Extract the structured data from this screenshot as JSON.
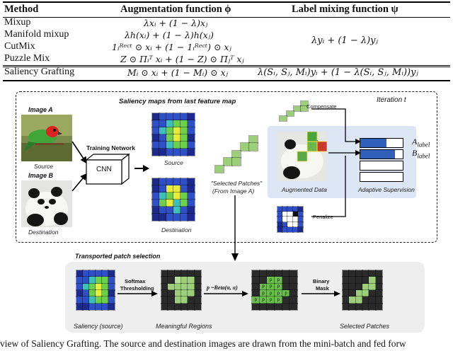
{
  "table": {
    "headers": {
      "method": "Method",
      "aug": "Augmentation function ϕ",
      "label": "Label mixing function ψ"
    },
    "rows": [
      {
        "method": "Mixup",
        "aug": "λxᵢ + (1 − λ)xⱼ"
      },
      {
        "method": "Manifold mixup",
        "aug": "λh(xᵢ) + (1 − λ)h(xⱼ)"
      },
      {
        "method": "CutMix",
        "aug": "1ᵢᴿᵉᶜᵗ ⊙ xᵢ + (1 − 1ᵢᴿᵉᶜᵗ) ⊙ xⱼ"
      },
      {
        "method": "Puzzle Mix",
        "aug": "Z ⊙ Πᵢᵀ xᵢ + (1 − Z) ⊙ Πⱼᵀ xⱼ"
      }
    ],
    "shared_label": "λyᵢ + (1 − λ)yⱼ",
    "last_row": {
      "method": "Saliency Grafting",
      "aug": "Mᵢ ⊙ xᵢ + (1 − Mᵢ) ⊙ xⱼ",
      "label": "λ(Sᵢ, Sⱼ, Mᵢ)yᵢ + (1 − λ(Sᵢ, Sⱼ, Mᵢ))yⱼ"
    }
  },
  "figure": {
    "saliency_title": "Saliency maps from last feature map",
    "iteration": "Iteration t",
    "image_a": "Image A",
    "image_b": "Image B",
    "source": "Source",
    "destination": "Destination",
    "training_network": "Training Network",
    "cnn": "CNN",
    "source_map": "Source",
    "destination_map": "Destination",
    "selected_patches": "\"Selected Patches\"",
    "from_image_a": "(From Image A)",
    "compensate": "Compensate",
    "penalize": "Penalize",
    "augmented_data": "Augmented Data",
    "adaptive_supervision": "Adaptive Supervision",
    "a_label": "A",
    "a_label_sub": "label",
    "b_label": "B",
    "b_label_sub": "label",
    "a_fill": 0.62,
    "b_fill": 0.82,
    "transport_title": "Transported patch selection",
    "softmax": "Softmax",
    "thresholding": "Thresholding",
    "beta": "p ~Beta(α, α)",
    "binary": "Binary",
    "mask": "Mask",
    "saliency_source": "Saliency (source)",
    "meaningful_regions": "Meaningful Regions",
    "selected_patches_bottom": "Selected Patches",
    "p_letter": "p"
  },
  "caption": "view of Saliency Grafting. The source and destination images are drawn from the mini-batch and fed forw"
}
